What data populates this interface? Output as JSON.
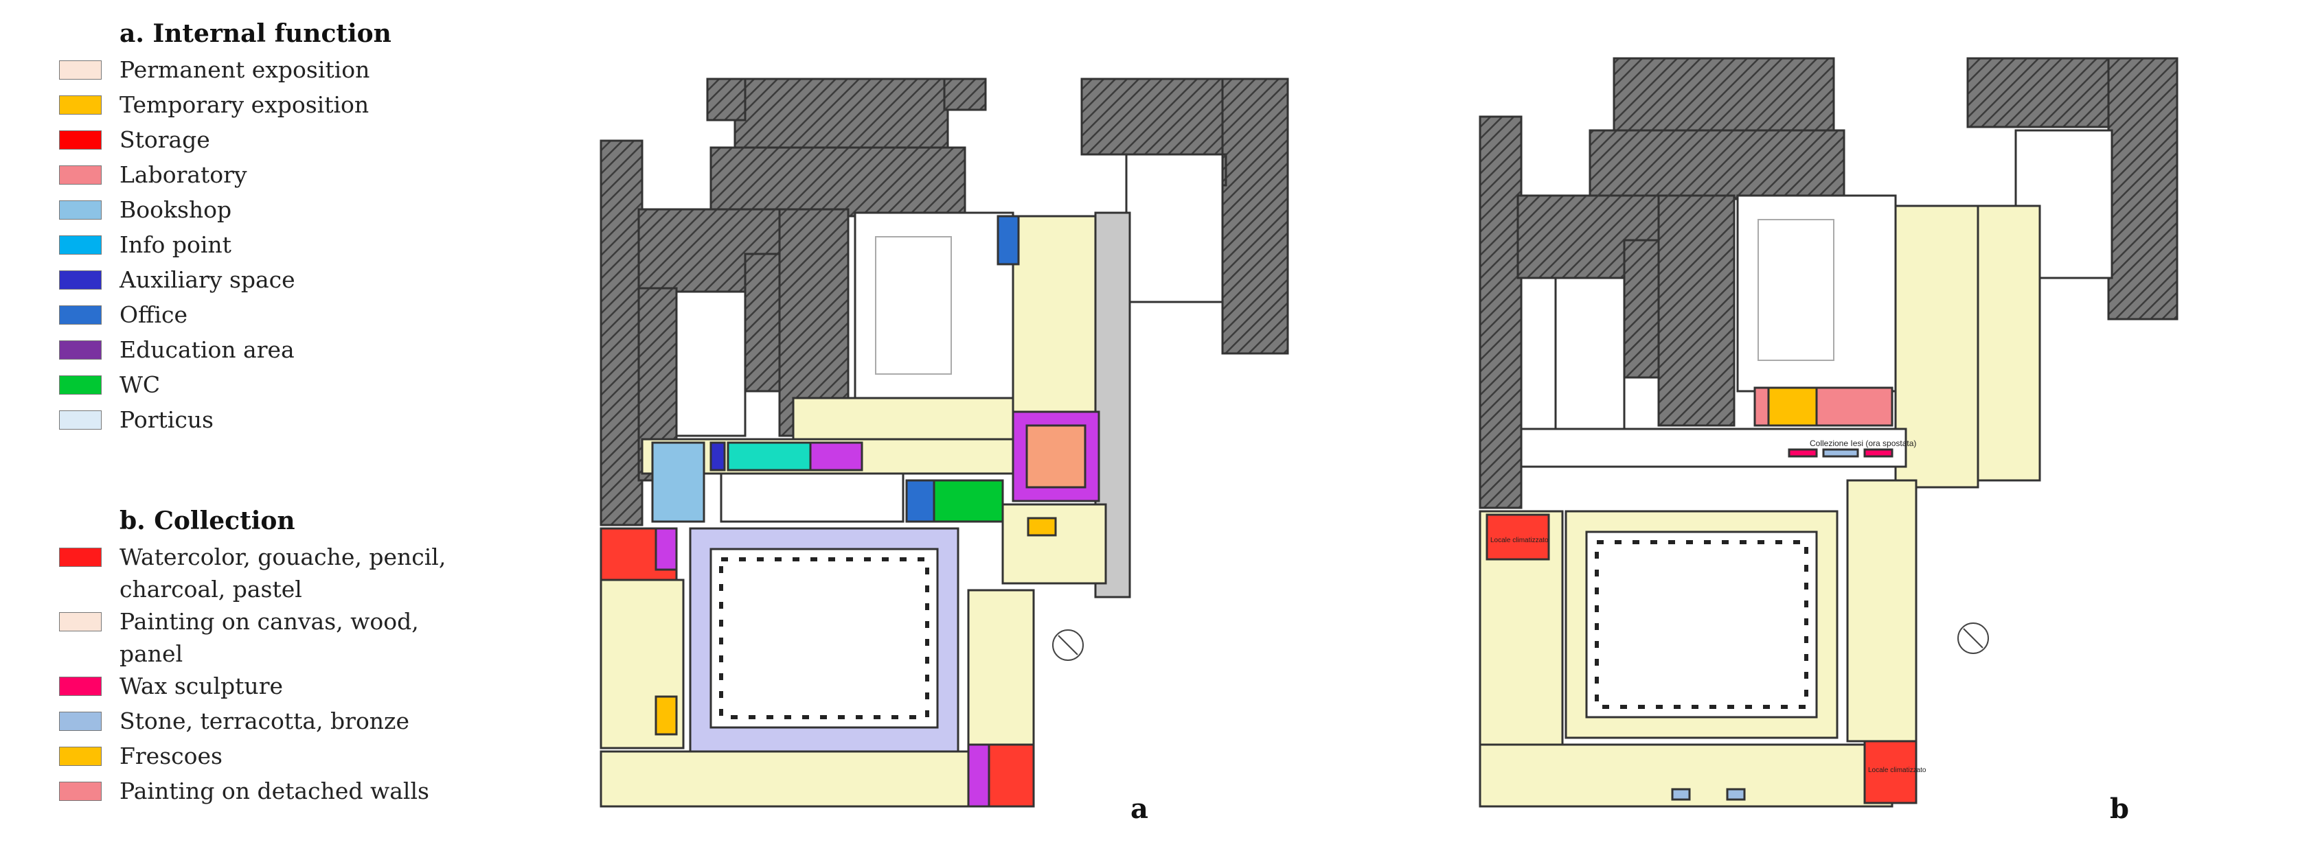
{
  "legend_a": {
    "title": "a. Internal function",
    "items": [
      {
        "label": "Permanent exposition",
        "color": "#fbe5d8"
      },
      {
        "label": "Temporary exposition",
        "color": "#ffc000"
      },
      {
        "label": "Storage",
        "color": "#ff0000"
      },
      {
        "label": "Laboratory",
        "color": "#f4858c"
      },
      {
        "label": "Bookshop",
        "color": "#8cc3e6"
      },
      {
        "label": "Info point",
        "color": "#00b0f0"
      },
      {
        "label": "Auxiliary space",
        "color": "#2f2fc8"
      },
      {
        "label": "Office",
        "color": "#2a6fcf"
      },
      {
        "label": "Education area",
        "color": "#7a32a0"
      },
      {
        "label": "WC",
        "color": "#00c832"
      },
      {
        "label": "Porticus",
        "color": "#dcebf7"
      }
    ]
  },
  "legend_b": {
    "title": "b. Collection",
    "items": [
      {
        "label": "Watercolor, gouache, pencil, charcoal, pastel",
        "color": "#ff1a1a"
      },
      {
        "label": "Painting on canvas, wood, panel",
        "color": "#fbe5d8"
      },
      {
        "label": "Wax sculpture",
        "color": "#ff0066"
      },
      {
        "label": "Stone, terracotta, bronze",
        "color": "#9dbde3"
      },
      {
        "label": "Frescoes",
        "color": "#ffc000"
      },
      {
        "label": "Painting on detached walls",
        "color": "#f4858c"
      }
    ]
  },
  "plan_a": {
    "letter": "a"
  },
  "plan_b": {
    "letter": "b",
    "label_collection": "Collezione Iesi (ora spostata)",
    "label_room_1": "Locale climatizzato",
    "label_room_2": "Locale climatizzato"
  },
  "colors": {
    "hatch_bg": "#6e6e6e",
    "hatch_line": "#3a3a3a",
    "room_yellow": "#f7f5c6",
    "wall": "#333333"
  }
}
